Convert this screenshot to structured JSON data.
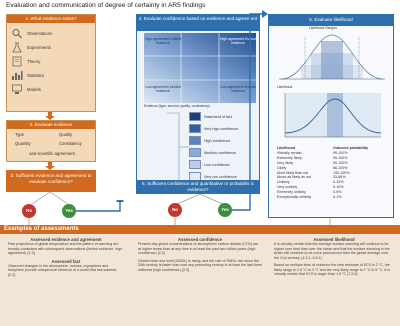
{
  "title": "Evaluation and communication of degree of certainty in AR5 findings",
  "step1": {
    "heading": "1. What evidence exists?",
    "items": [
      "Observations",
      "Experiments",
      "Theory",
      "Statistics",
      "Models"
    ]
  },
  "step2": {
    "heading": "2. Evaluate evidence",
    "rows": [
      [
        "Type",
        "Quality"
      ],
      [
        "Quantity",
        "Consistency"
      ]
    ],
    "footer": "and scientific agreement"
  },
  "step3": {
    "heading": "3. Sufficient evidence and agreement to evaluate confidence?",
    "no": "No",
    "yes": "Yes"
  },
  "step4": {
    "heading": "4. Evaluate confidence based on evidence and agreement",
    "matrix": [
      [
        "High agreement Limited evidence",
        "",
        "High agreement Robust evidence"
      ],
      [
        "",
        "",
        ""
      ],
      [
        "Low agreement Limited evidence",
        "",
        "Low agreement Robust evidence"
      ]
    ],
    "xaxis": "Evidence (type, amount, quality, consistency)",
    "yaxis": "Agreement",
    "legend": [
      "Statement of fact",
      "Very high confidence",
      "High confidence",
      "Medium confidence",
      "Low confidence",
      "Very low confidence"
    ]
  },
  "step5": {
    "heading": "5. Sufficient confidence and quantitative or probabilistic evidence?",
    "no": "No",
    "yes": "Yes"
  },
  "step6": {
    "heading": "6. Evaluate likelihood",
    "chart1_label": "Likelihood Ranges",
    "chart2_label": "Likelihood",
    "table_headers": [
      "Likelihood",
      "Outcome probability"
    ],
    "table": [
      [
        "Virtually certain",
        "99-100%"
      ],
      [
        "Extremely likely",
        "95-100%"
      ],
      [
        "Very likely",
        "90-100%"
      ],
      [
        "Likely",
        "66-100%"
      ],
      [
        "More likely than not",
        ">50-100%"
      ],
      [
        "About as likely as not",
        "33-66%"
      ],
      [
        "Unlikely",
        "0-33%"
      ],
      [
        "Very unlikely",
        "0-10%"
      ],
      [
        "Extremely unlikely",
        "0-5%"
      ],
      [
        "Exceptionally unlikely",
        "0-1%"
      ]
    ]
  },
  "examples": {
    "heading": "Examples of assessments",
    "col1": {
      "title1": "Assessed evidence and agreement",
      "text1": "Past projections of global temperature and the pattern of warming are broadly consistent with subsequent observations (limited evidence, high agreement) {1.3}",
      "title2": "Assessed fact",
      "text2": "Observed changes in the atmosphere, oceans, cryosphere and biosphere provide unequivocal evidence of a world that has warmed. {2.2}"
    },
    "col2": {
      "title1": "Assessed confidence",
      "text1": "Present-day global concentrations of atmospheric carbon dioxide (CO2) are at higher levels than at any time in at least the past two million years (high confidence) {2.2}",
      "text2": "Global mean sea level (GMSL) is rising, and the rate of GMSL rise since the 20th century is faster than over any preceding century in at least the last three millennia (high confidence) {2.3}"
    },
    "col3": {
      "title1": "Assessed likelihood",
      "text1": "It is virtually certain that the average surface warming will continue to be higher over land than over the ocean and that the surface warming in the Arctic will continue to be more pronounced than the global average over the 21st century. {4.3.1, 4.5.1}",
      "text2": "Based on multiple lines of evidence the best estimate of ECS is 3 °C, the likely range is 2.5 °C to 4 °C and the very likely range is 2 °C to 5 °C. It is virtually certain that ECS is larger than 1.5 °C {7.5.5}"
    }
  }
}
